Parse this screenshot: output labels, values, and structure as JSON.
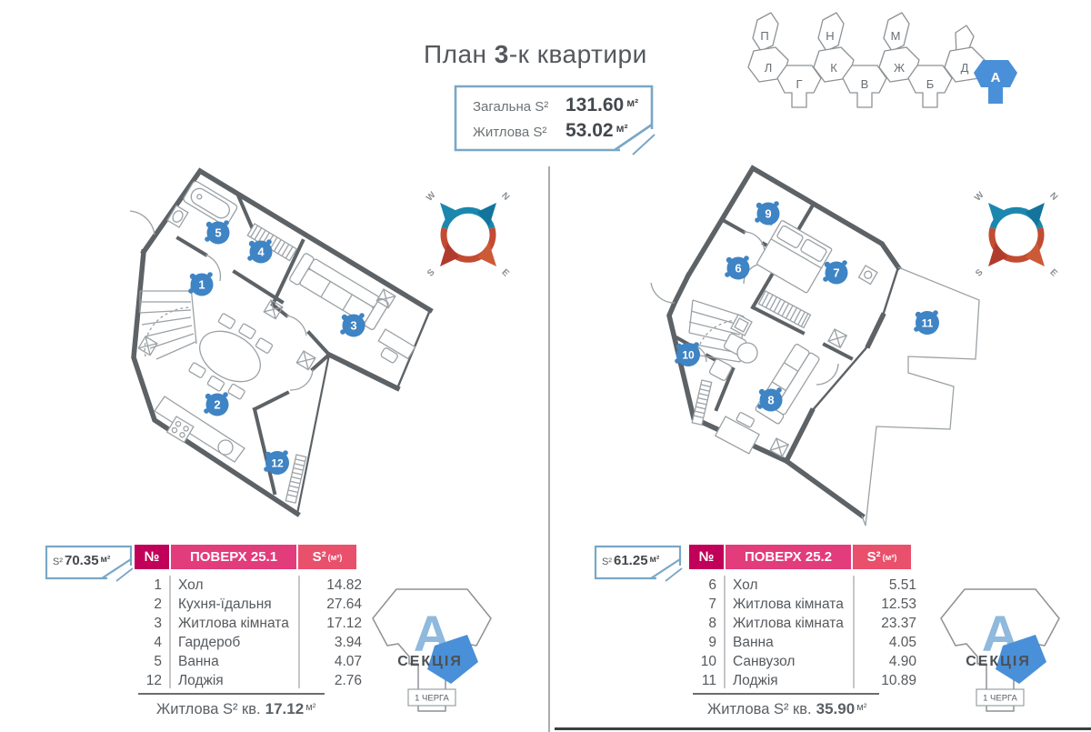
{
  "page": {
    "title": {
      "prefix": "План ",
      "bold": "3",
      "suffix": "-к квартири"
    }
  },
  "summary": {
    "rows": [
      {
        "label": "Загальна S²",
        "value": "131.60",
        "unit": "м²"
      },
      {
        "label": "Житлова S²",
        "value": "53.02",
        "unit": "м²"
      }
    ]
  },
  "building_chain": {
    "sections": [
      "П",
      "Л",
      "Г",
      "Н",
      "К",
      "В",
      "М",
      "Ж",
      "Б",
      "Д",
      "А"
    ],
    "highlighted": "А"
  },
  "compass": {
    "w": "W",
    "n": "N",
    "s": "S",
    "e": "E"
  },
  "plans": {
    "left": {
      "badge": {
        "label": "S²",
        "value": "70.35",
        "unit": "м²"
      },
      "markers": [
        "1",
        "2",
        "3",
        "4",
        "5",
        "12"
      ],
      "table": {
        "headers": {
          "num": "№",
          "title": "ПОВЕРХ 25.1",
          "area": "S²",
          "area_unit": "(м²)"
        },
        "rows": [
          {
            "num": "1",
            "name": "Хол",
            "area": "14.82"
          },
          {
            "num": "2",
            "name": "Кухня-їдальня",
            "area": "27.64"
          },
          {
            "num": "3",
            "name": "Житлова кімната",
            "area": "17.12"
          },
          {
            "num": "4",
            "name": "Гардероб",
            "area": "3.94"
          },
          {
            "num": "5",
            "name": "Ванна",
            "area": "4.07"
          },
          {
            "num": "12",
            "name": "Лоджія",
            "area": "2.76"
          }
        ],
        "footer": {
          "label": "Житлова S² кв.",
          "value": "17.12",
          "unit": "м²"
        }
      }
    },
    "right": {
      "badge": {
        "label": "S²",
        "value": "61.25",
        "unit": "м²"
      },
      "markers": [
        "6",
        "7",
        "8",
        "9",
        "10",
        "11"
      ],
      "table": {
        "headers": {
          "num": "№",
          "title": "ПОВЕРХ 25.2",
          "area": "S²",
          "area_unit": "(м²)"
        },
        "rows": [
          {
            "num": "6",
            "name": "Хол",
            "area": "5.51"
          },
          {
            "num": "7",
            "name": "Житлова кімната",
            "area": "12.53"
          },
          {
            "num": "8",
            "name": "Житлова кімната",
            "area": "23.37"
          },
          {
            "num": "9",
            "name": "Ванна",
            "area": "4.05"
          },
          {
            "num": "10",
            "name": "Санвузол",
            "area": "4.90"
          },
          {
            "num": "11",
            "name": "Лоджія",
            "area": "10.89"
          }
        ],
        "footer": {
          "label": "Житлова S² кв.",
          "value": "35.90",
          "unit": "м²"
        }
      }
    }
  },
  "section_badge": {
    "letter": "А",
    "label": "СЕКЦІЯ",
    "phase": "1 ЧЕРГА"
  },
  "colors": {
    "wall": "#5d6266",
    "marker_blue": "#3f84c4",
    "accent_blue": "#4a90d8",
    "border_blue": "#79a7c7",
    "header_pink_dark": "#c10059",
    "header_pink_mid": "#e23c7c",
    "header_pink_light": "#e9506c",
    "compass_teal": "#1b87ae",
    "compass_red": "#bf4430"
  }
}
